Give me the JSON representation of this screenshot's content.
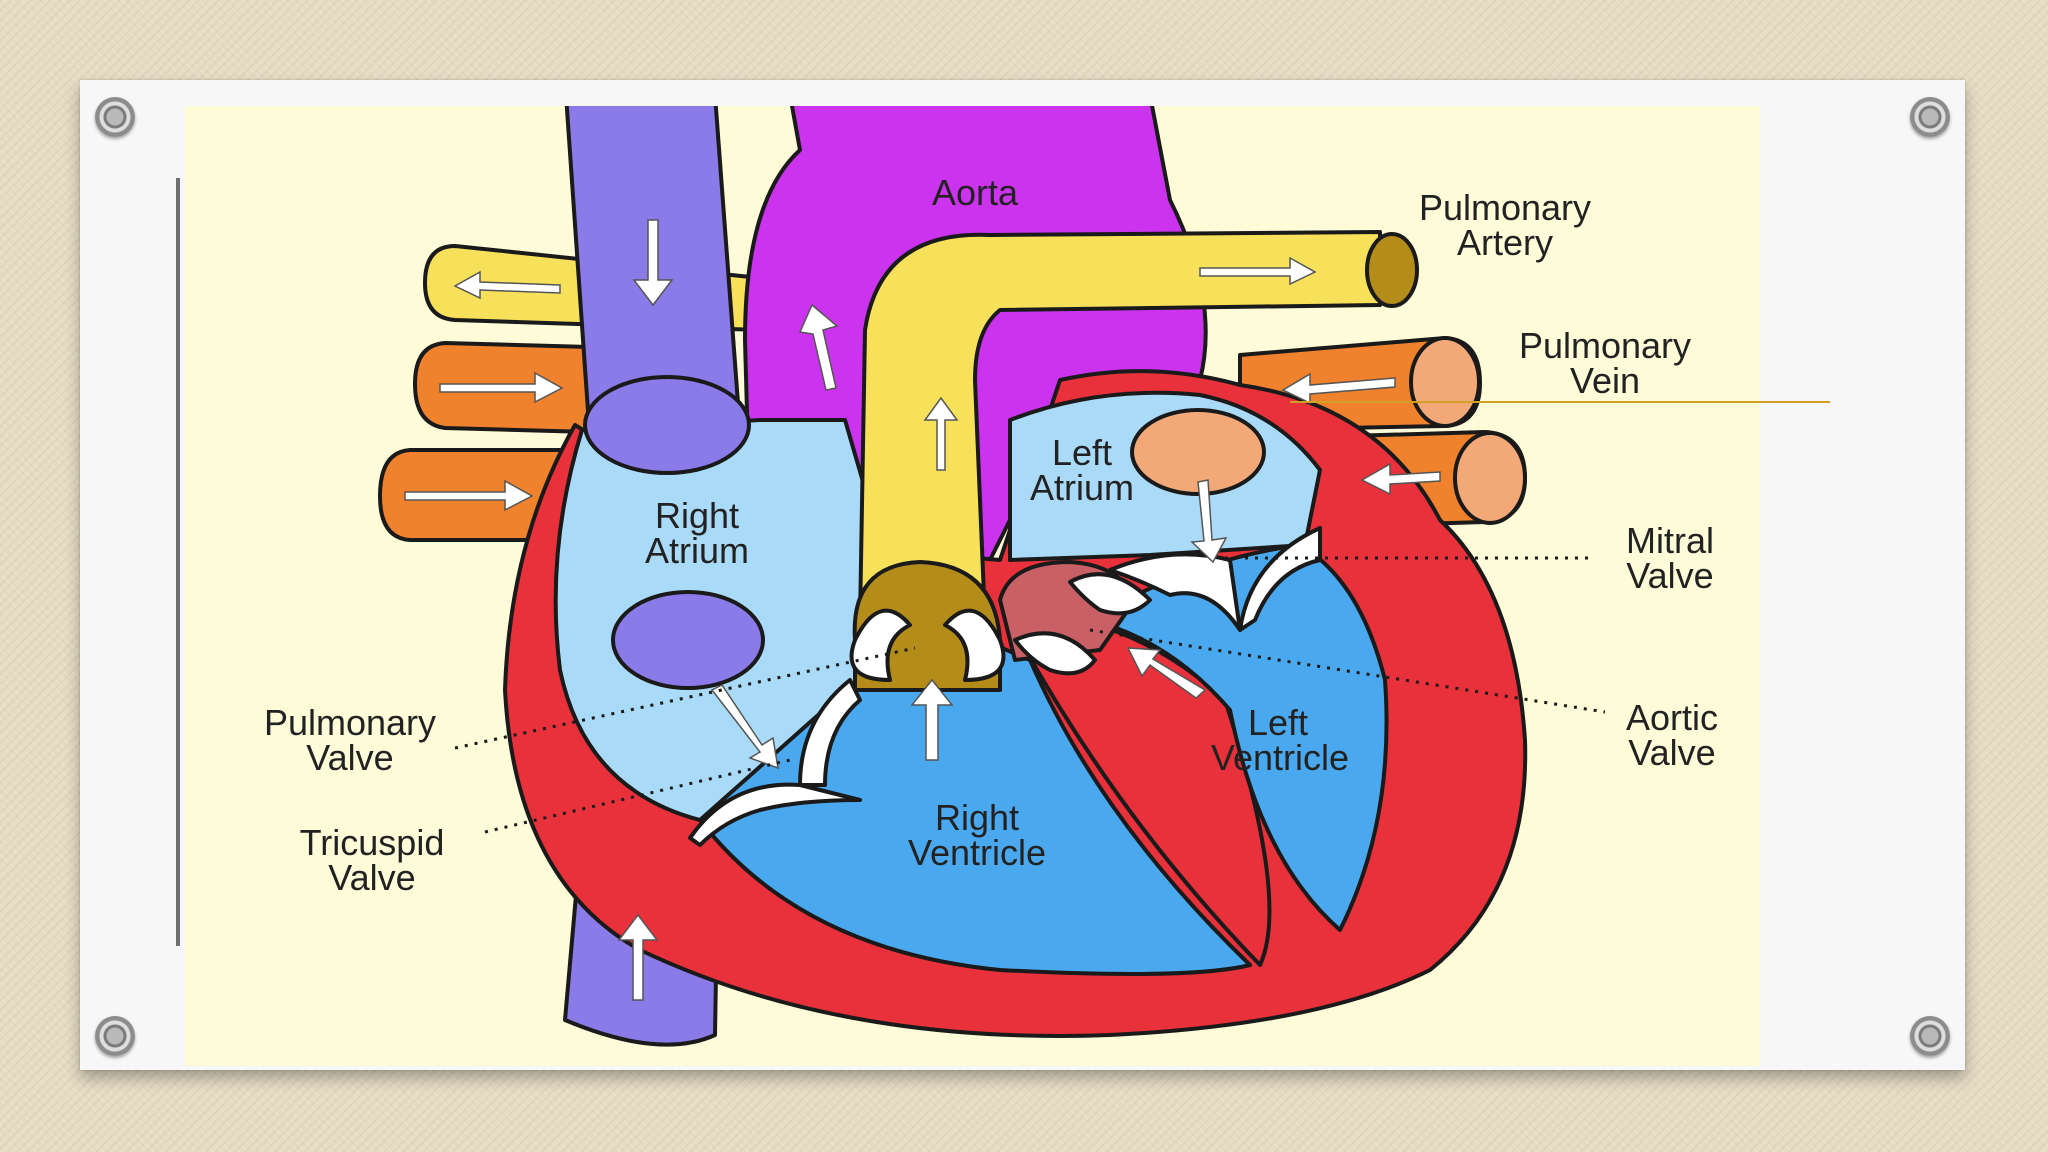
{
  "labels": {
    "aorta": "Aorta",
    "pulmonary_artery_1": "Pulmonary",
    "pulmonary_artery_2": "Artery",
    "pulmonary_vein_1": "Pulmonary",
    "pulmonary_vein_2": "Vein",
    "left_atrium_1": "Left",
    "left_atrium_2": "Atrium",
    "right_atrium_1": "Right",
    "right_atrium_2": "Atrium",
    "mitral_valve_1": "Mitral",
    "mitral_valve_2": "Valve",
    "aortic_valve_1": "Aortic",
    "aortic_valve_2": "Valve",
    "pulmonary_valve_1": "Pulmonary",
    "pulmonary_valve_2": "Valve",
    "tricuspid_valve_1": "Tricuspid",
    "tricuspid_valve_2": "Valve",
    "left_ventricle_1": "Left",
    "left_ventricle_2": "Ventricle",
    "right_ventricle_1": "Right",
    "right_ventricle_2": "Ventricle"
  },
  "colors": {
    "panel_bg": "#fdfbd8",
    "vena_cava": "#8a7be8",
    "aorta": "#cc33ee",
    "pulmonary_artery": "#f7e15a",
    "pulmonary_vein": "#f0822d",
    "muscle": "#e8313a",
    "right_chambers": "#a9dbf8",
    "left_chambers": "#4aa9ee",
    "valve_gold": "#b48c1a"
  }
}
